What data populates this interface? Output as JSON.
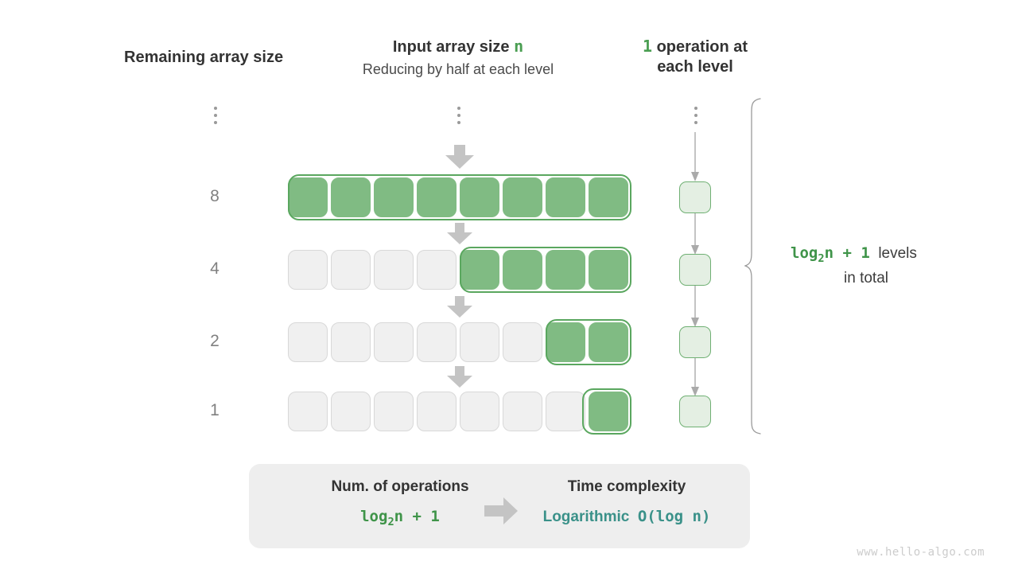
{
  "headers": {
    "left": {
      "title": "Remaining array size"
    },
    "middle": {
      "title_prefix": "Input array size ",
      "title_symbol": "n",
      "subtitle": "Reducing by half at each level"
    },
    "right": {
      "count": "1",
      "line1_rest": " operation at",
      "line2": "each level"
    }
  },
  "sizes": {
    "ellipsis": "vertical-ellipsis",
    "labels": [
      "8",
      "4",
      "2",
      "1"
    ]
  },
  "rows": [
    {
      "size": "8",
      "total_cells": 8,
      "active_cells": 8,
      "active_start": 0
    },
    {
      "size": "4",
      "total_cells": 8,
      "active_cells": 4,
      "active_start": 4
    },
    {
      "size": "2",
      "total_cells": 8,
      "active_cells": 2,
      "active_start": 6
    },
    {
      "size": "1",
      "total_cells": 8,
      "active_cells": 1,
      "active_start": 7
    }
  ],
  "operations": {
    "box_count": 4,
    "per_level": "1"
  },
  "brace_caption": {
    "formula": "log2n + 1",
    "formula_base": "2",
    "formula_head": "log",
    "formula_tail": "n + 1",
    "line1_rest": "levels",
    "line2": "in total"
  },
  "summary": {
    "left_title": "Num. of operations",
    "left_head": "log",
    "left_base": "2",
    "left_tail": "n + 1",
    "arrow": "right-arrow-icon",
    "right_title": "Time complexity",
    "right_word": "Logarithmic",
    "right_notation": "O(log n)"
  },
  "watermark": "www.hello-algo.com",
  "colors": {
    "cell_green": "#80bb83",
    "cell_green_border": "#5aa75f",
    "cell_empty": "#f0f0f0",
    "cell_empty_border": "#d8d8d8",
    "op_box_fill": "#e4efe3",
    "op_box_border": "#6fb073",
    "accent_green": "#4a9e52",
    "accent_teal": "#3a9189",
    "arrow_gray": "#c4c4c4",
    "panel_bg": "#eeeeee",
    "label_gray": "#808080"
  }
}
